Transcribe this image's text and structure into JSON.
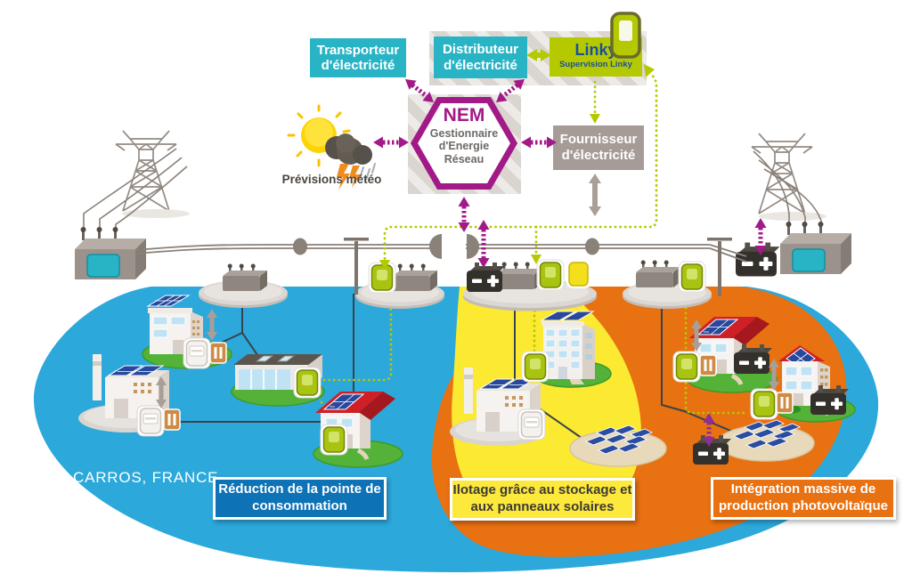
{
  "header": {
    "transporteur": "Transporteur d'électricité",
    "distributeur": "Distributeur d'électricité",
    "linky": {
      "title": "Linky",
      "subtitle": "Supervision Linky"
    },
    "nem": {
      "title": "NEM",
      "subtitle": "Gestionnaire d'Energie Réseau"
    },
    "fournisseur": "Fournisseur d'électricité",
    "meteo": "Prévisions météo"
  },
  "zones": {
    "location": "CARROS, FRANCE",
    "blue": {
      "label": "Réduction de la pointe de consommation",
      "zone_color": "#2CA8DB",
      "label_bg": "#0D72B6",
      "label_color": "#FFFFFF"
    },
    "yellow": {
      "label": "Ilotage grâce au stockage et aux panneaux solaires",
      "zone_color": "#FCE932",
      "label_bg": "#FCE93B",
      "label_color": "#3D3A35"
    },
    "orange": {
      "label": "Intégration massive de production photovoltaïque",
      "zone_color": "#E87111",
      "label_bg": "#E87111",
      "label_color": "#FFFFFF"
    }
  },
  "palette": {
    "teal": "#29B4C6",
    "magenta": "#A21A88",
    "linky_green": "#B5C900",
    "gray_box": "#A69B96",
    "purple_arrow": "#8D2F97",
    "blue_label": "#0D72B6",
    "solar_blue": "#27489C",
    "roof_red": "#CE2026"
  },
  "icons": {
    "sun-storm-cloud-icon": "weather forecast sun with storm cloud and lightning",
    "linky-device-icon": "green Linky smart-meter handset on supervision box",
    "linky-meter-icon": "green Linky smart meter",
    "white-meter-icon": "standard electricity meter",
    "load-badge-icon": "orange consumption badge",
    "battery-icon": "black storage battery with - +",
    "transformer-icon": "grid transformer station",
    "platform-icon": "grey network platform",
    "pylon-icon": "high-voltage lattice tower",
    "substation-icon": "primary substation with teal cabinet",
    "power-line": "medium voltage line with sectioning break",
    "solar-panel-icon": "photovoltaic panel",
    "double-arrow-icon": "two-way energy/data flow arrow",
    "dotted-flow-line": "Linky data flow (green dotted)"
  }
}
